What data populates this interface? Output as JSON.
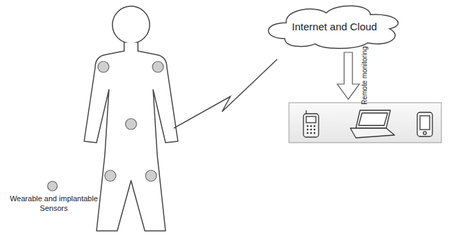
{
  "diagram": {
    "nodes": [
      {
        "text": [
          "Internet and Cloud"
        ]
      }
    ],
    "labels": [
      "Remote monitoring"
    ],
    "legend": [
      {
        "text": "Wearable and implantable Sensors"
      }
    ]
  }
}
